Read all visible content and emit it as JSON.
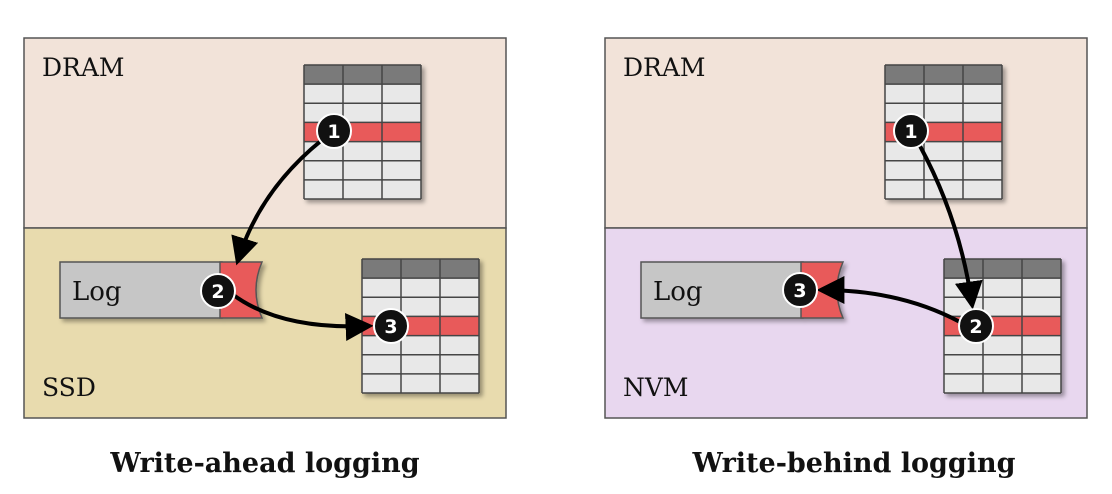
{
  "colors": {
    "dram": "#f2e3d9",
    "ssd": "#e8dbae",
    "nvm": "#e8d7ef",
    "log_body": "#c6c6c6",
    "table_header": "#7a7a7a",
    "table_cell": "#e8e8e8",
    "highlight": "#e85a5a",
    "step_marker": "#111111",
    "arrow": "#000000"
  },
  "panels": {
    "write_ahead": {
      "caption": "Write-ahead logging",
      "upper_region": "DRAM",
      "lower_region": "SSD",
      "log_label": "Log",
      "steps": [
        "1",
        "2",
        "3"
      ]
    },
    "write_behind": {
      "caption": "Write-behind logging",
      "upper_region": "DRAM",
      "lower_region": "NVM",
      "log_label": "Log",
      "steps": [
        "1",
        "2",
        "3"
      ]
    }
  }
}
